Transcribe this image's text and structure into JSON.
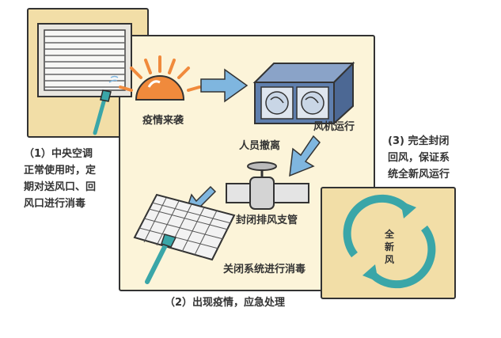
{
  "captions": {
    "epidemic_arrives": "疫情来袭",
    "fan_running": "风机运行",
    "staff_evacuate": "人员撤离",
    "close_exhaust_branch": "封闭排风支管",
    "close_system_disinfect": "关闭系统进行消毒",
    "new_air": "全\n新\n风"
  },
  "step1": {
    "lines": [
      "（1）中央空调",
      "正常使用时，定",
      "期对送风口、回",
      "风口进行消毒"
    ]
  },
  "step2": {
    "label": "（2）出现疫情，应急处理"
  },
  "step3": {
    "lines": [
      "(3) 完全封闭",
      "回风，保证系",
      "统全新风运行"
    ]
  },
  "colors": {
    "panel_beige": "#f2dea7",
    "panel_cream": "#fcf4d9",
    "arrow_blue": "#7fb6df",
    "sun_orange": "#f08a3c",
    "teal": "#3aa6a8",
    "fan_box": "#5f7fae"
  },
  "icons": [
    "vent-grille-icon",
    "spray-nozzle-icon",
    "alarm-sun-icon",
    "fan-unit-icon",
    "pipe-valve-icon",
    "filter-mesh-icon",
    "recycle-arrows-icon"
  ]
}
